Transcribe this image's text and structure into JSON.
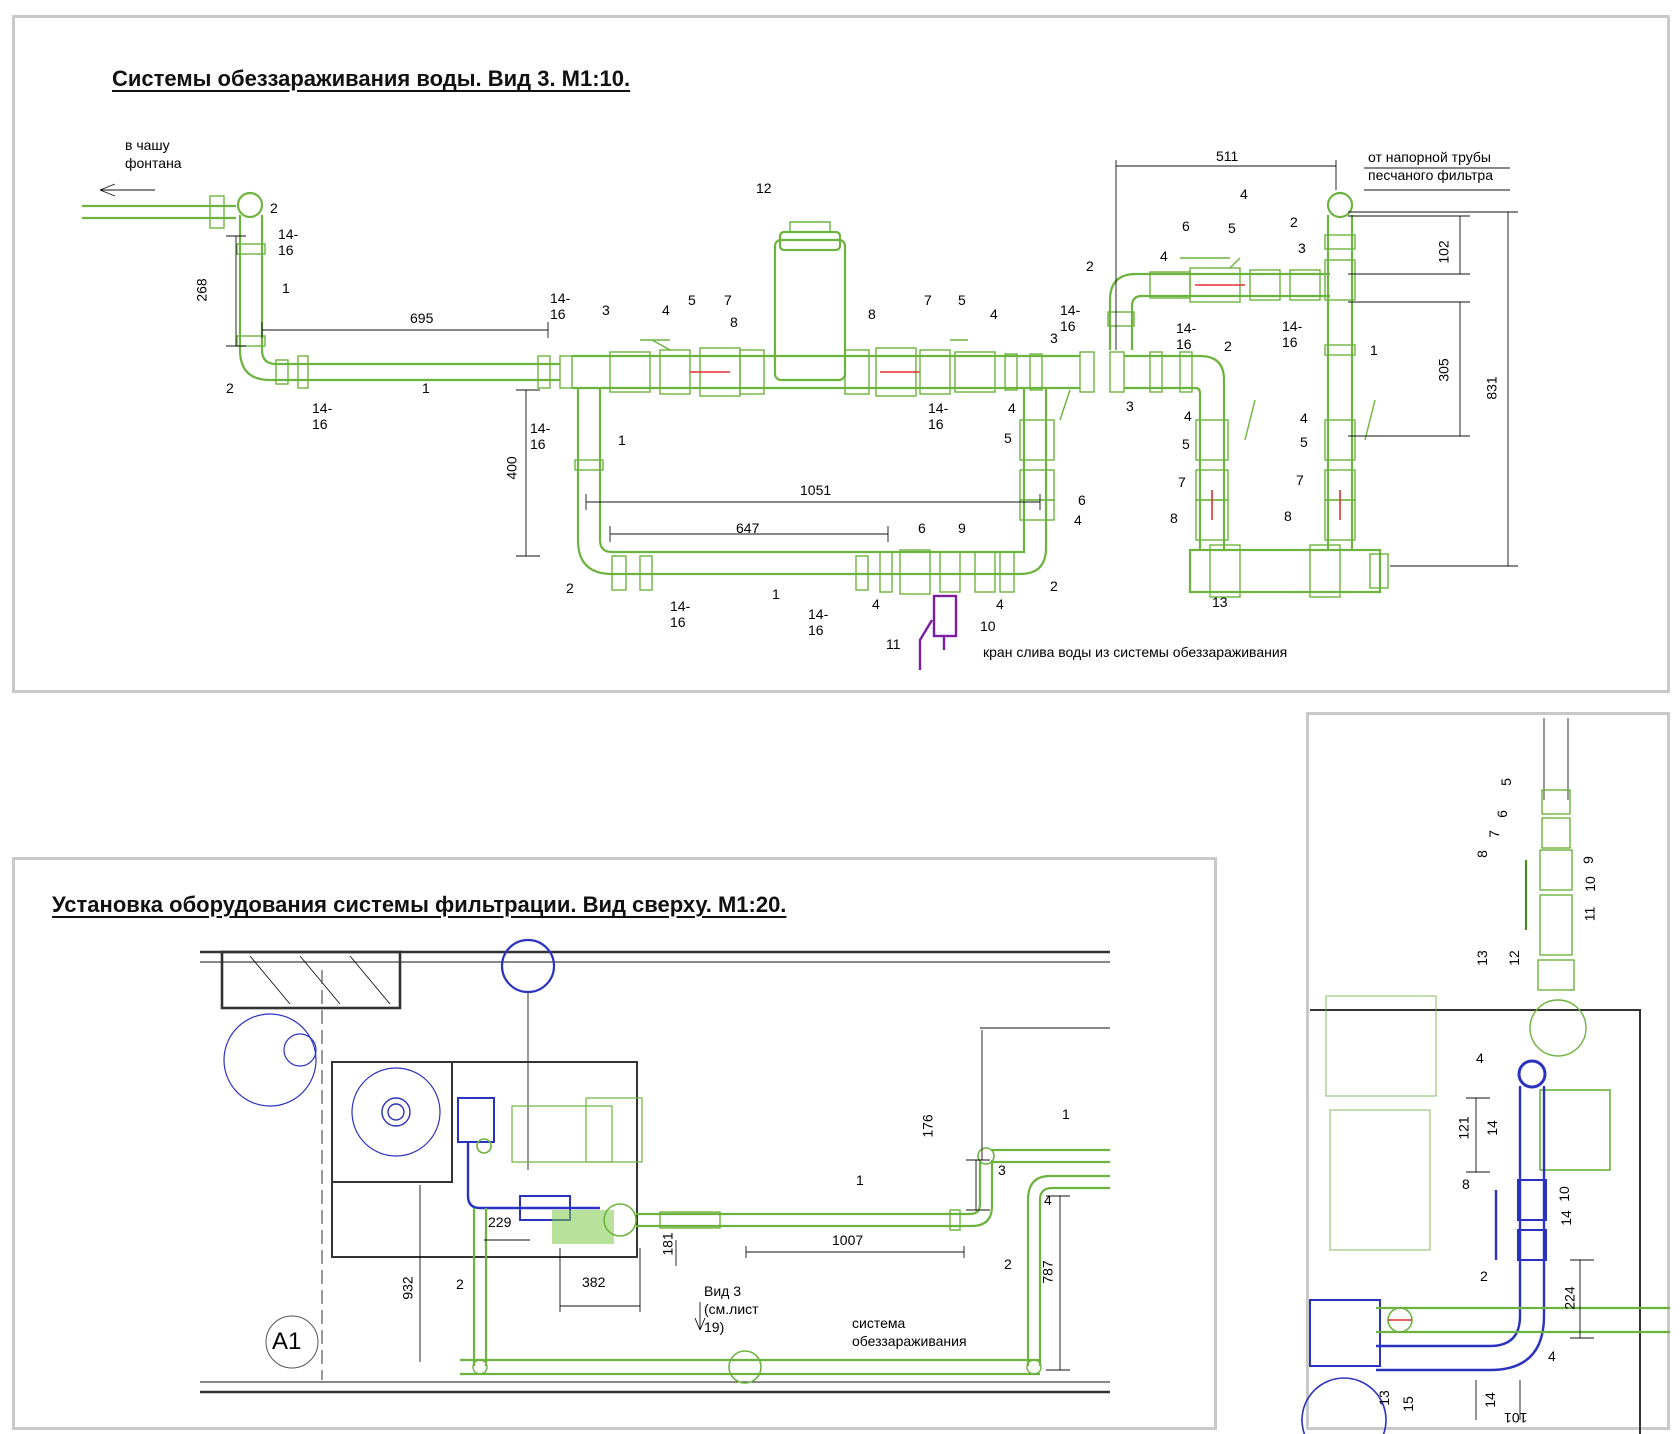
{
  "view3": {
    "title": "Системы обеззараживания воды. Вид 3. М1:10.",
    "note_fountain": [
      "в чашу",
      "фонтана"
    ],
    "note_sand_filter": [
      "от напорной трубы",
      "песчаного фильтра"
    ],
    "note_drain": "кран слива воды из системы обеззараживания",
    "dimensions": [
      "268",
      "695",
      "400",
      "1051",
      "647",
      "511",
      "102",
      "305",
      "831"
    ],
    "labels": {
      "l2a": "2",
      "l1416a": "14-16",
      "l1a": "1",
      "l2b": "2",
      "l1416b": "14-16",
      "l1b": "1",
      "l1416c": "14-16",
      "l3a": "3",
      "l4a": "4",
      "l5a": "5",
      "l7a": "7",
      "l8a": "8",
      "l12": "12",
      "l8b": "8",
      "l7b": "7",
      "l5b": "5",
      "l4b": "4",
      "l3b": "3",
      "l1416d": "14-16",
      "l1416e": "14-16",
      "l1c": "1",
      "l2c": "2",
      "l1416f": "14-16",
      "l1d": "1",
      "l1416g": "14-16",
      "l4c": "4",
      "l6a": "6",
      "l9": "9",
      "l4d": "4",
      "l10": "10",
      "l11": "11",
      "l2d": "2",
      "l4e": "4",
      "l5c": "5",
      "l6b": "6",
      "l4f": "4",
      "l2e": "2",
      "l1416h": "14-16",
      "l3c": "3",
      "l4g": "4",
      "l6c": "6",
      "l5d": "5",
      "l4h": "4",
      "l1416i": "14-16",
      "l2f": "2",
      "l4i": "4",
      "l5e": "5",
      "l7c": "7",
      "l8c": "8",
      "l13": "13",
      "l2g": "2",
      "l3d": "3",
      "l1416j": "14-16",
      "l1e": "1",
      "l4j": "4",
      "l5f": "5",
      "l7d": "7",
      "l8d": "8"
    }
  },
  "top_view": {
    "title": "Установка оборудования системы фильтрации. Вид сверху. М1:20.",
    "dimensions": [
      "176",
      "229",
      "181",
      "382",
      "932",
      "1007",
      "787"
    ],
    "labels": {
      "t1a": "1",
      "t1b": "1",
      "t3": "3",
      "t4": "4",
      "t2a": "2",
      "t2b": "2"
    },
    "view_ref": [
      "Вид 3",
      "(см.лист 19)"
    ],
    "note_system": [
      "система",
      "обеззараживания"
    ],
    "axis": "А1"
  },
  "side_view": {
    "labels": [
      "5",
      "6",
      "7",
      "8",
      "9",
      "10",
      "11",
      "13",
      "12",
      "4",
      "14",
      "8",
      "10",
      "14",
      "2",
      "4",
      "13",
      "15",
      "14"
    ],
    "dimensions": [
      "121",
      "224",
      "101"
    ]
  },
  "colors": {
    "pipe": "#6cb33f",
    "blue": "#2a32c0",
    "purple": "#7a1fa2",
    "frame": "#c9c9c9",
    "valve_red": "#e03030"
  }
}
